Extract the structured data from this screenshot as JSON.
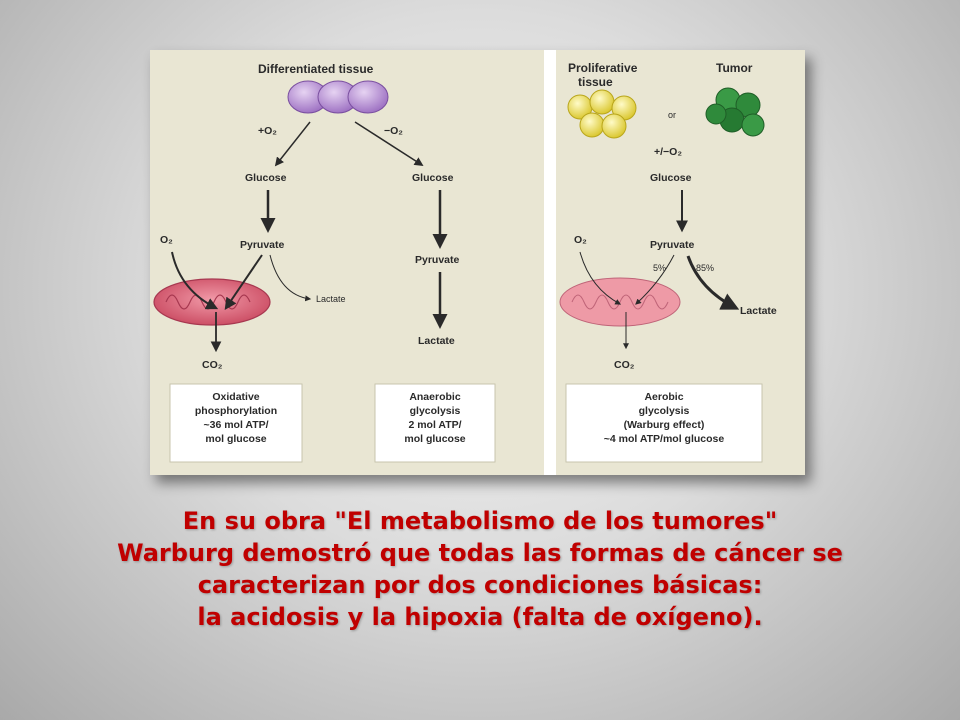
{
  "figure": {
    "left_panel": {
      "title": "Differentiated tissue",
      "plus_o2": "+O₂",
      "minus_o2": "−O₂",
      "glucose_left": "Glucose",
      "glucose_right": "Glucose",
      "o2": "O₂",
      "pyruvate_left": "Pyruvate",
      "pyruvate_right": "Pyruvate",
      "lactate_small": "Lactate",
      "lactate_right": "Lactate",
      "co2": "CO₂",
      "box_oxidative": [
        "Oxidative",
        "phosphorylation",
        "~36 mol ATP/",
        "mol glucose"
      ],
      "box_anaerobic": [
        "Anaerobic",
        "glycolysis",
        "2 mol ATP/",
        "mol glucose"
      ]
    },
    "right_panel": {
      "proliferative": [
        "Proliferative",
        "tissue"
      ],
      "or": "or",
      "tumor": "Tumor",
      "pm_o2": "+/−O₂",
      "glucose": "Glucose",
      "o2": "O₂",
      "pyruvate": "Pyruvate",
      "pct_5": "5%",
      "pct_85": "85%",
      "lactate": "Lactate",
      "co2": "CO₂",
      "box_aerobic": [
        "Aerobic",
        "glycolysis",
        "(Warburg effect)",
        "~4 mol ATP/mol glucose"
      ]
    },
    "colors": {
      "background": "#e9e6d3",
      "mitochondria": "#d9657a",
      "differentiated_cells": "#b58fd0",
      "proliferative_cells": "#f1e34a",
      "tumor_cells": "#2f8a3b"
    }
  },
  "caption": {
    "line1": "En su obra \"El metabolismo de los tumores\"",
    "line2": "Warburg demostró que todas las formas de cáncer se",
    "line3": "caracterizan por dos condiciones básicas:",
    "line4": "la acidosis y la hipoxia (falta de oxígeno)."
  }
}
